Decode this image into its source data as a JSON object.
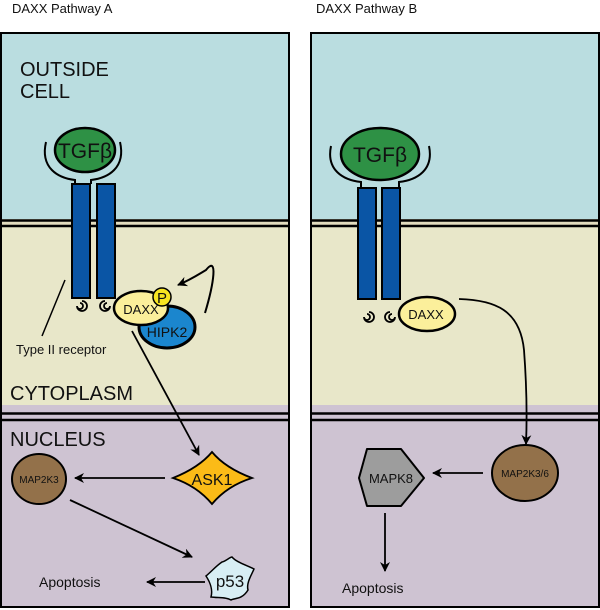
{
  "panels": [
    {
      "title": "DAXX Pathway A",
      "compartments": {
        "outside": [
          "OUTSIDE",
          "CELL"
        ],
        "cytoplasm": "CYTOPLASM",
        "nucleus": "NUCLEUS"
      },
      "nodes": {
        "ligand": "TGFβ",
        "daxx": "DAXX",
        "phospho": "P",
        "hipk2": "HIPK2",
        "ask1": "ASK1",
        "map2k3": "MAP2K3",
        "p53": "p53",
        "apoptosis": "Apoptosis"
      },
      "annotations": {
        "receptor_label": "Type II receptor"
      }
    },
    {
      "title": "DAXX Pathway B",
      "nodes": {
        "ligand": "TGFβ",
        "daxx": "DAXX",
        "map2k36": "MAP2K3/6",
        "mapk8": "MAPK8",
        "apoptosis": "Apoptosis"
      }
    }
  ],
  "colors": {
    "outside": "#badde0",
    "cytoplasm": "#e8e7c9",
    "nucleus": "#cec3d2",
    "ligand": "#2e9145",
    "receptor": "#0a55a5",
    "daxx": "#fbef9b",
    "phospho": "#f7e521",
    "hipk2": "#1b86ce",
    "ask1": "#fbbb17",
    "map2k": "#93714a",
    "p53": "#d8eef4",
    "mapk8": "#9d9d9d"
  }
}
